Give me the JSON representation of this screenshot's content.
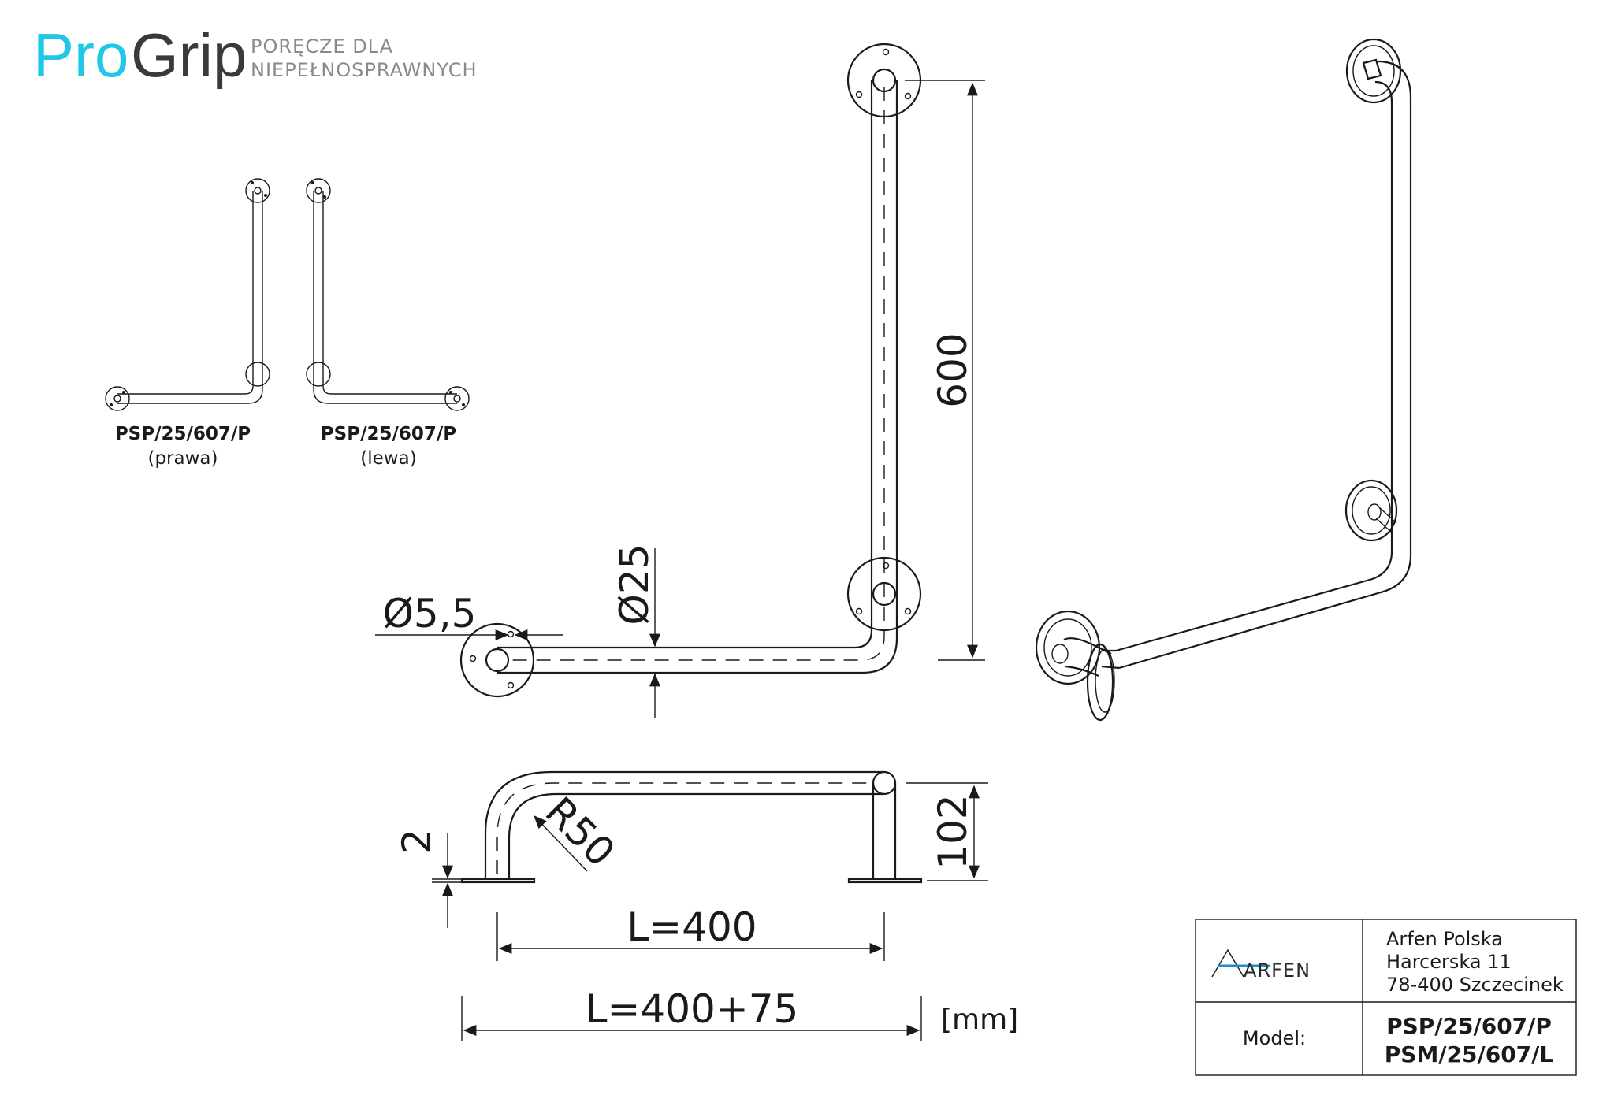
{
  "brand": {
    "pro": "Pro",
    "grip": "Grip",
    "tagline_1": "PORĘCZE DLA",
    "tagline_2": "NIEPEŁNOSPRAWNYCH",
    "pro_color": "#1ec8e6",
    "grip_color": "#3a3a3a",
    "tag_color": "#8a8a8a"
  },
  "variants": [
    {
      "model": "PSP/25/607/P",
      "side": "(prawa)"
    },
    {
      "model": "PSP/25/607/P",
      "side": "(lewa)"
    }
  ],
  "dimensions": {
    "hole": "Ø5,5",
    "tube": "Ø25",
    "height": "600",
    "depth": "102",
    "plate": "2",
    "radius": "R50",
    "length": "L=400",
    "total_length": "L=400+75",
    "unit": "[mm]"
  },
  "title_block": {
    "company_logo": "ARFEN",
    "company_name": "Arfen Polska",
    "street": "Harcerska 11",
    "city": "78-400 Szczecinek",
    "model_label": "Model:",
    "model_1": "PSP/25/607/P",
    "model_2": "PSM/25/607/L",
    "logo_accent": "#1e8fc8"
  }
}
